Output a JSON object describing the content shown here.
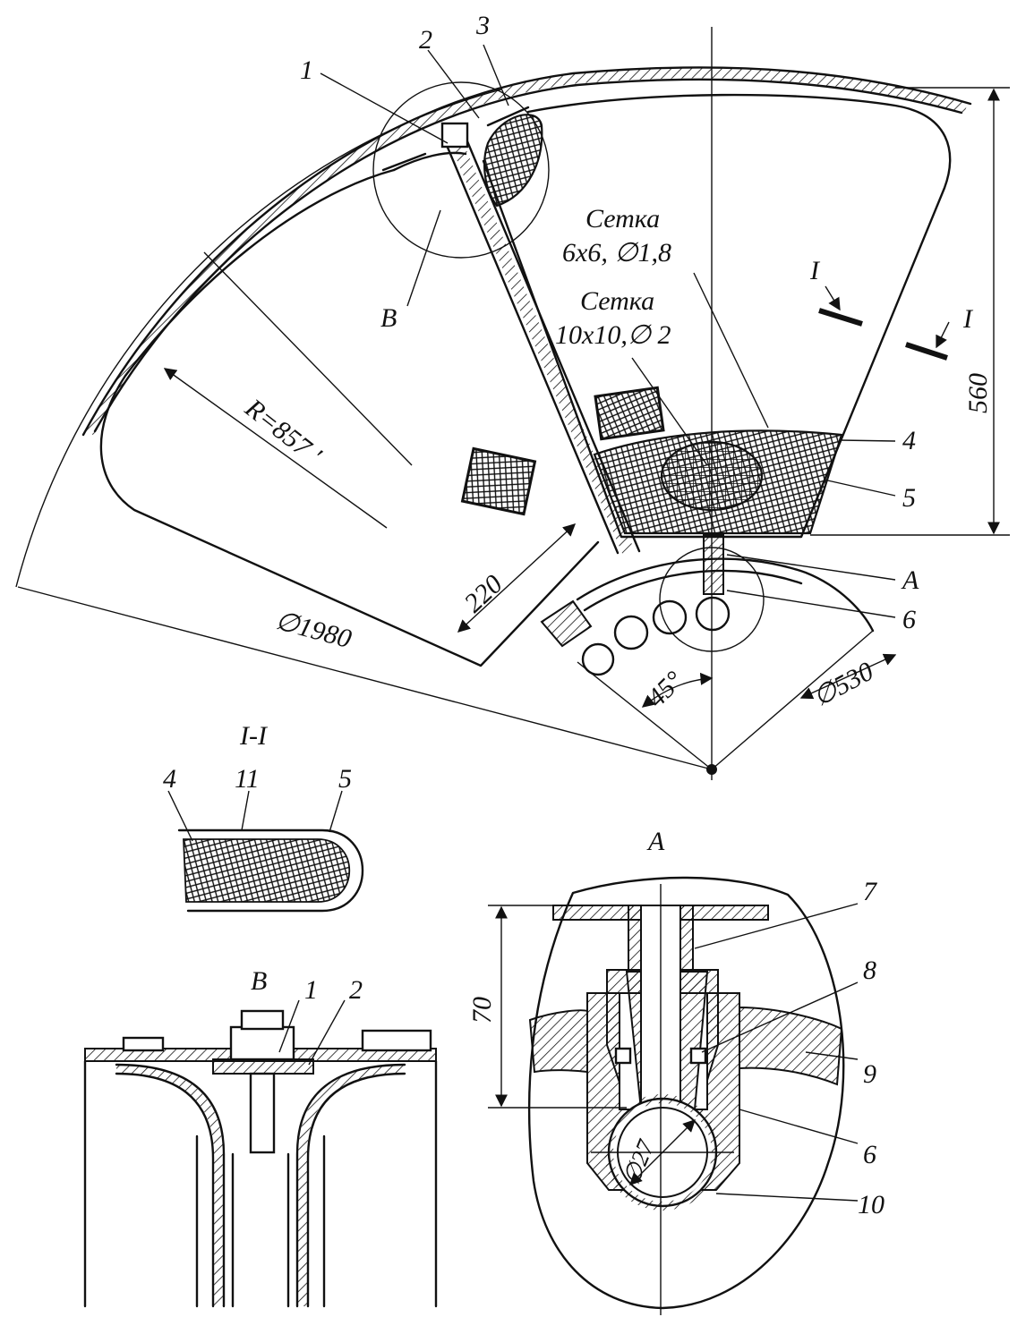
{
  "callouts": {
    "c1": "1",
    "c2": "2",
    "c3": "3",
    "c4": "4",
    "c5": "5",
    "c6": "6",
    "c7": "7",
    "c8": "8",
    "c9": "9",
    "c10": "10",
    "c11": "11"
  },
  "views": {
    "b": "B",
    "a": "A",
    "section": "I-I",
    "cut": "I"
  },
  "mesh": {
    "mesh1_name": "Сетка",
    "mesh1_spec": "6x6, ∅1,8",
    "mesh2_name": "Сетка",
    "mesh2_spec": "10x10,∅ 2"
  },
  "dims": {
    "radius": "R=857 ʹ",
    "outer_diameter": "∅1980",
    "width_220": "220",
    "height_560": "560",
    "angle": "45°",
    "inner_diameter": "∅530",
    "height_70": "70",
    "pipe_diameter": "∅27"
  }
}
